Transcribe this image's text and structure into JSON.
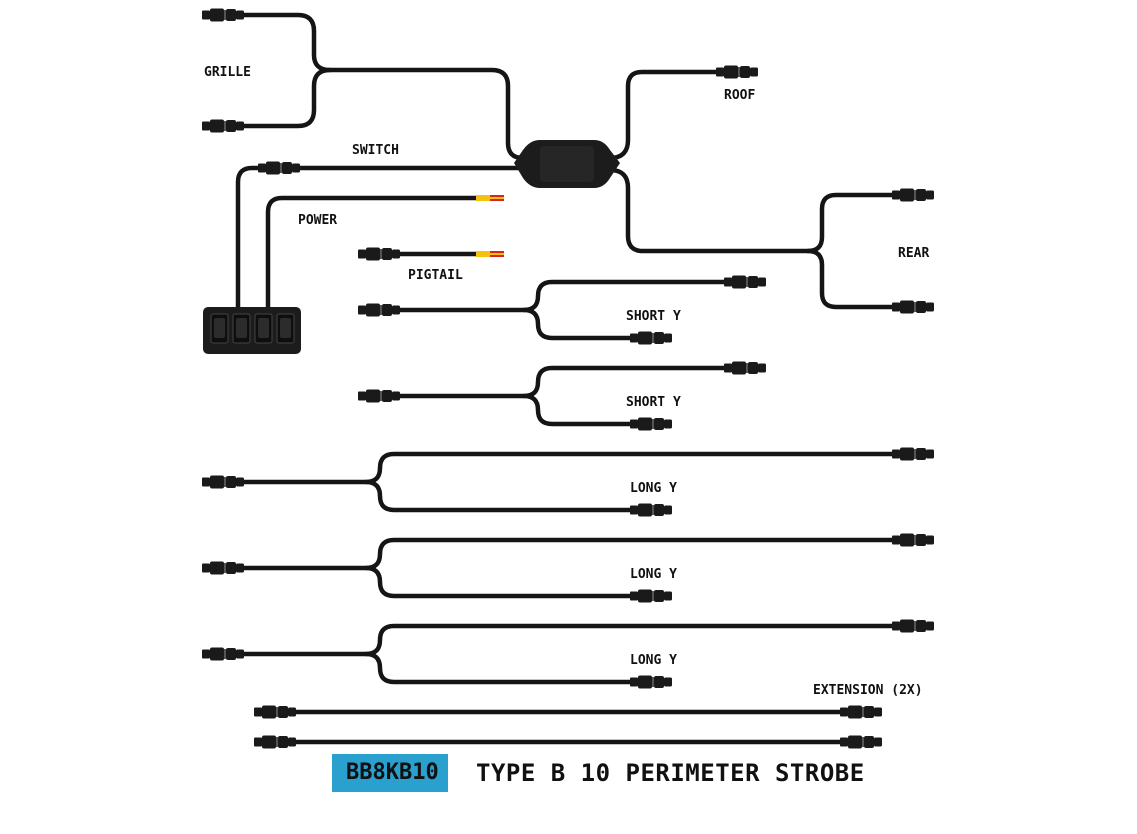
{
  "labels": {
    "grille": "GRILLE",
    "roof": "ROOF",
    "switch": "SWITCH",
    "power": "POWER",
    "rear": "REAR",
    "pigtail": "PIGTAIL",
    "short_y_1": "SHORT Y",
    "short_y_2": "SHORT Y",
    "long_y_1": "LONG Y",
    "long_y_2": "LONG Y",
    "long_y_3": "LONG Y",
    "extension": "EXTENSION (2X)"
  },
  "footer": {
    "part_number": "BB8KB10",
    "title": "TYPE B 10 PERIMETER STROBE"
  },
  "colors": {
    "cable": "#151515",
    "badge": "#2aa0cf",
    "wire_red": "#d8261c",
    "wire_yellow": "#f3c20f"
  },
  "switch_panel": {
    "rocker_count": 4
  }
}
